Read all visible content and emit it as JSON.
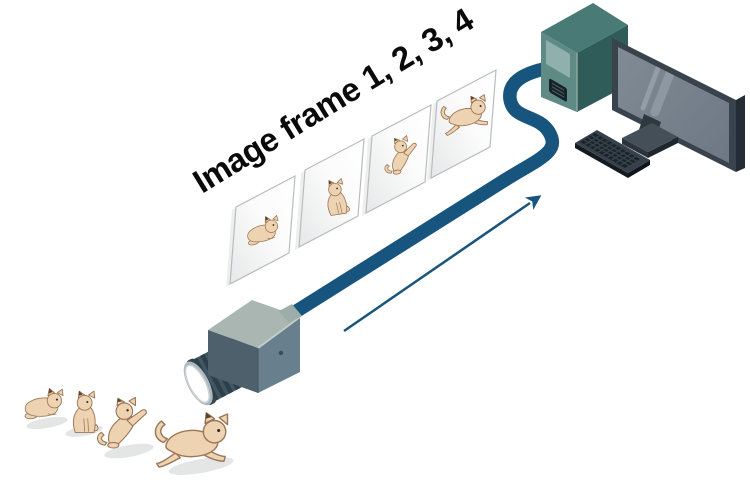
{
  "label": {
    "text": "Image frame 1, 2, 3, 4"
  },
  "frames": {
    "count": 4,
    "items": [
      {
        "index": 1,
        "icon": "cat-crouching-icon"
      },
      {
        "index": 2,
        "icon": "cat-sitting-icon"
      },
      {
        "index": 3,
        "icon": "cat-reaching-icon"
      },
      {
        "index": 4,
        "icon": "cat-running-icon"
      }
    ]
  },
  "colors": {
    "cable": "#17547e",
    "arrow": "#17547e",
    "label_text": "#0a0a0a",
    "cat_body": "#eed3b2",
    "cat_outline": "#9b7656",
    "frame_border": "#b9bcbe",
    "camera_body": "#68808d",
    "tower_front": "#5f8a86",
    "monitor_screen": "#79848e",
    "keyboard": "#37414b"
  }
}
